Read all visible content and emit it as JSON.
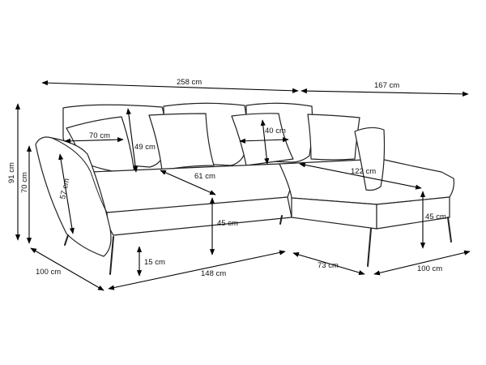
{
  "dimensions": {
    "total_width": "258 cm",
    "chaise_length": "167 cm",
    "total_height": "91 cm",
    "armrest_height": "70 cm",
    "side_depth": "100 cm",
    "seat_width": "148 cm",
    "leg_height": "15 cm",
    "chaise_front": "73 cm",
    "chaise_depth": "100 cm",
    "backrest_width": "70 cm",
    "backrest_height": "49 cm",
    "backrest_height_2": "57 cm",
    "seat_depth": "61 cm",
    "seat_height": "45 cm",
    "cushion_height": "40 cm",
    "chaise_width": "122 cm",
    "chaise_seat_height": "45 cm"
  }
}
